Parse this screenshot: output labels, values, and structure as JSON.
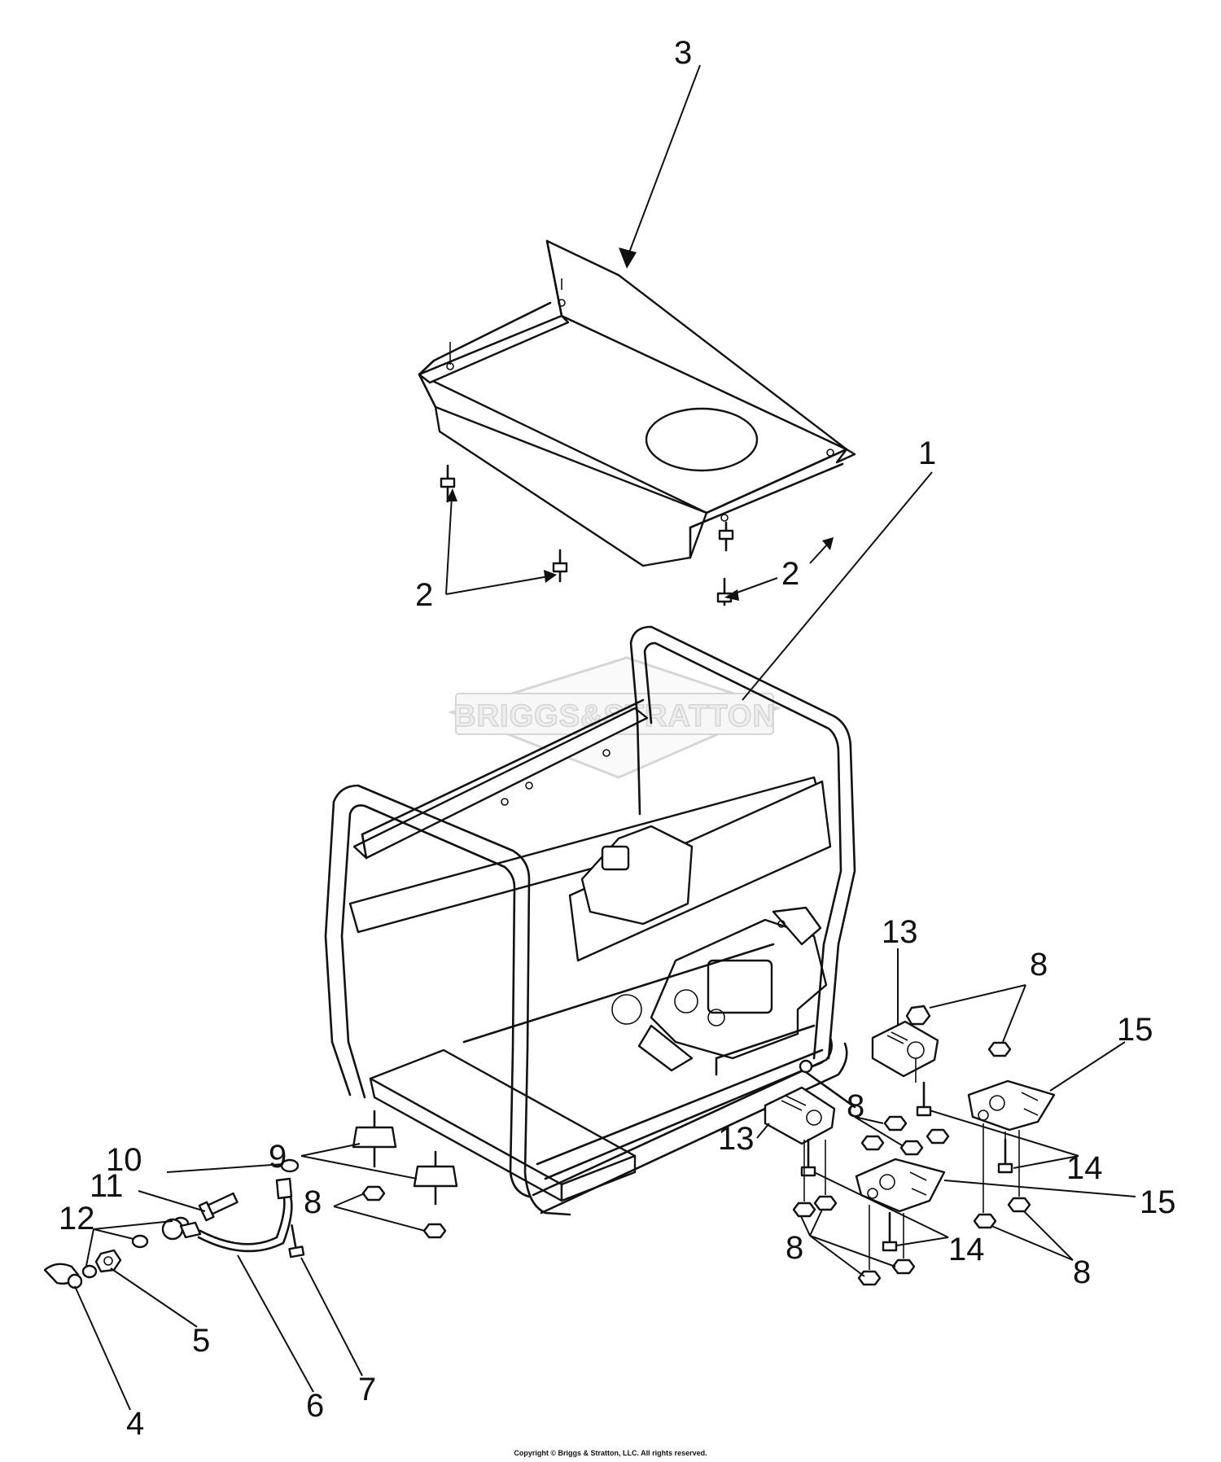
{
  "callouts": {
    "c1": "1",
    "c2a": "2",
    "c2b": "2",
    "c3": "3",
    "c4": "4",
    "c5": "5",
    "c6": "6",
    "c7": "7",
    "c8a": "8",
    "c8b": "8",
    "c8c": "8",
    "c8d": "8",
    "c8e": "8",
    "c9": "9",
    "c10": "10",
    "c11": "11",
    "c12": "12",
    "c13a": "13",
    "c13b": "13",
    "c14a": "14",
    "c14b": "14",
    "c15a": "15",
    "c15b": "15"
  },
  "watermark": "BRIGGS&STRATTON",
  "copyright": "Copyright © Briggs & Stratton, LLC. All rights reserved."
}
